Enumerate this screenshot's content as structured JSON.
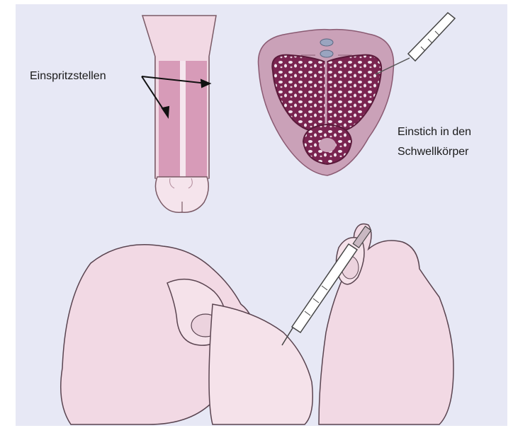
{
  "labels": {
    "injection_sites": "Einspritzstellen",
    "puncture_line1": "Einstich in den",
    "puncture_line2": "Schwellkörper"
  },
  "colors": {
    "background": "#e7e8f5",
    "skin": "#f2d9e4",
    "skin_outline": "#7a5a66",
    "erectile_tissue": "#d79bb8",
    "cross_section_core": "#7a2450",
    "cross_section_ring": "#caa1b8",
    "text": "#1a1a1a"
  },
  "icons": [
    "penis-illustration",
    "cross-section-illustration",
    "syringe-icon",
    "hands-illustration",
    "arrow-icon"
  ]
}
